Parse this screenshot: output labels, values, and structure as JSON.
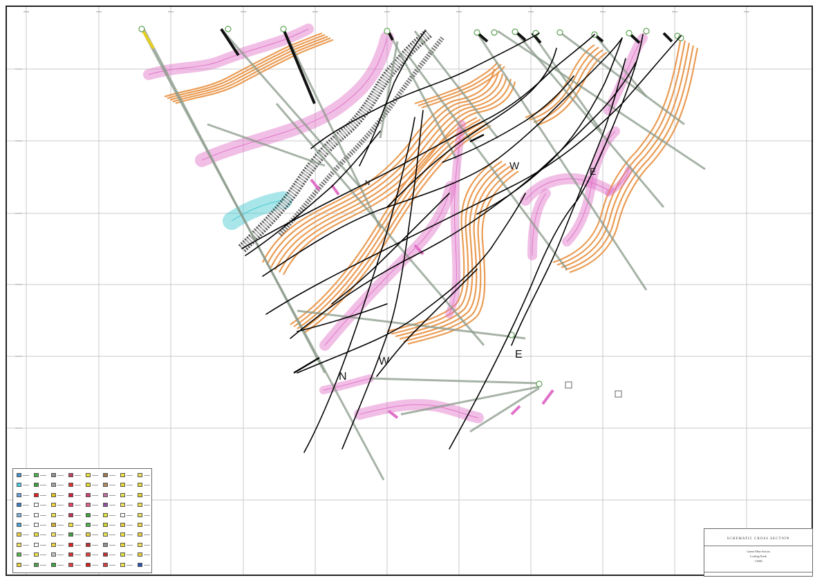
{
  "section": {
    "fault_labels": [
      {
        "key": "N_upper",
        "text": "N"
      },
      {
        "key": "N_lower",
        "text": "N"
      },
      {
        "key": "W_upper",
        "text": "W"
      },
      {
        "key": "W_lower",
        "text": "W"
      },
      {
        "key": "E_upper",
        "text": "E"
      },
      {
        "key": "E_lower",
        "text": "E"
      }
    ],
    "colors": {
      "paper": "#ffffff",
      "grid": "#c8c8c8",
      "border": "#222222",
      "drillhole": "#8a9a8a",
      "fault": "#000000",
      "pink_unit": "#e070c8",
      "orange_unit": "#e89040",
      "cyan_unit": "#40c8d0",
      "breccia": "#333333",
      "collar_green": "#5aa050",
      "collar_yellow": "#e8e020"
    }
  },
  "legend": {
    "swatch_colors": [
      [
        "#4a90c8",
        "#50c8e0",
        "#6aa0d8",
        "#3a7ac0",
        "#80b0e0",
        "#4aa0d0",
        "#e8d040",
        "#f0e060",
        "#58b050",
        "#e8d040"
      ],
      [
        "#50b050",
        "#40a040",
        "#e02020",
        "#ffffff",
        "#ffffff",
        "#ffffff",
        "#e8e040",
        "#ffffff",
        "#f0e050",
        "#50a050"
      ],
      [
        "#909090",
        "#a0a0a0",
        "#e0c020",
        "#f0d040",
        "#e8e050",
        "#d0b030",
        "#f0e060",
        "#e8d040",
        "#c0c0c0",
        "#40a040"
      ],
      [
        "#c04060",
        "#e03030",
        "#d02040",
        "#e84060",
        "#c03050",
        "#f0e040",
        "#40a040",
        "#e02020",
        "#d03030",
        "#e04040"
      ],
      [
        "#f0e040",
        "#e8d830",
        "#d04070",
        "#e06080",
        "#40a040",
        "#50b050",
        "#e8d040",
        "#c03030",
        "#e04040",
        "#d02020"
      ],
      [
        "#a07850",
        "#b08860",
        "#c070a0",
        "#9050a0",
        "#e0e040",
        "#d0d030",
        "#e8e050",
        "#909090",
        "#c03030",
        "#d04040"
      ],
      [
        "#f0e040",
        "#e8d830",
        "#e8e050",
        "#f0e060",
        "#ffffff",
        "#e8d040",
        "#f0e040",
        "#e8d830",
        "#e0e040",
        "#f0e050"
      ],
      [
        "#f0e060",
        "#e8d840",
        "#e0d030",
        "#f0e050",
        "#e8e060",
        "#f0d840",
        "#e8d040",
        "#f0e050",
        "#e8d040",
        "#2a50b0"
      ]
    ]
  },
  "title_block": {
    "line1": "SCHEMATIC CROSS SECTION",
    "line2": "Garnet Mine Section",
    "line3": "Looking North",
    "line4": "1:5000"
  }
}
